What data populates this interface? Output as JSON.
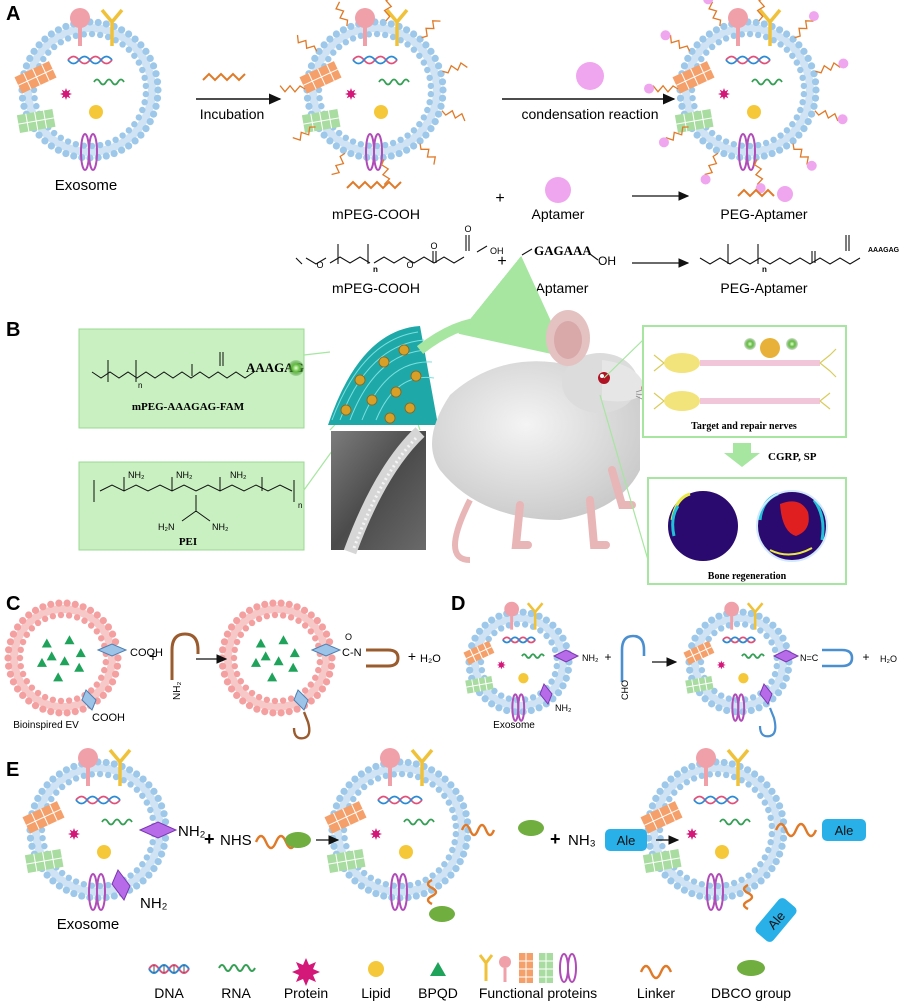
{
  "panels": {
    "a": {
      "letter": "A",
      "incubation": "Incubation",
      "condensation": "condensation reaction",
      "exosome": "Exosome",
      "scheme": {
        "left": "mPEG-COOH",
        "plus": "+",
        "middle": "Aptamer",
        "right": "PEG-Aptamer"
      },
      "formula": {
        "left": "mPEG-COOH",
        "middle": "Aptamer",
        "right": "PEG-Aptamer",
        "plus": "+",
        "n": "n",
        "o": "O",
        "oh": "OH",
        "aptamer_seq": "GAGAAA",
        "product_seq": "AAAGAG"
      }
    },
    "b": {
      "letter": "B",
      "mpeg_box": {
        "seq": "AAAGAG",
        "caption": "mPEG-AAAGAG-FAM",
        "n": "n"
      },
      "pei_box": {
        "caption": "PEI",
        "nh2": "NH₂",
        "h2n": "H₂N",
        "n": "n"
      },
      "nerve_box": {
        "caption": "Target and repair nerves"
      },
      "arrow_label": "CGRP, SP",
      "bone_box": {
        "caption": "Bone regeneration"
      }
    },
    "c": {
      "letter": "C",
      "label": "Bioinspired EV",
      "cooh": "COOH",
      "nh2": "NH₂",
      "amide": "C-N",
      "amide_o": "O",
      "plus": "+",
      "water": "H₂O"
    },
    "d": {
      "letter": "D",
      "label": "Exosome",
      "nh2": "NH₂",
      "cho": "CHO",
      "imine": "N=C",
      "plus": "+",
      "water": "H₂O"
    },
    "e": {
      "letter": "E",
      "exosome": "Exosome",
      "nh2": "NH₂",
      "plus": "+",
      "nhs": "NHS",
      "nh3": "NH₃",
      "ale": "Ale"
    }
  },
  "legend": {
    "dna": "DNA",
    "rna": "RNA",
    "protein": "Protein",
    "lipid": "Lipid",
    "bpqd": "BPQD",
    "functional": "Functional proteins",
    "linker": "Linker",
    "dbco": "DBCO group"
  },
  "colors": {
    "lipid_head": "#9ec8ea",
    "ev_head": "#f5a0a0",
    "panel_green": "#c8f0c0",
    "aptamer_pink": "#f0a6ee",
    "linker_orange": "#e07a28",
    "dbco_green": "#6fae3f",
    "ale_blue": "#29b0e8",
    "protein_magenta": "#d4187a",
    "lipid_yellow": "#f5c83a",
    "bpqd_green": "#1fa35a"
  }
}
